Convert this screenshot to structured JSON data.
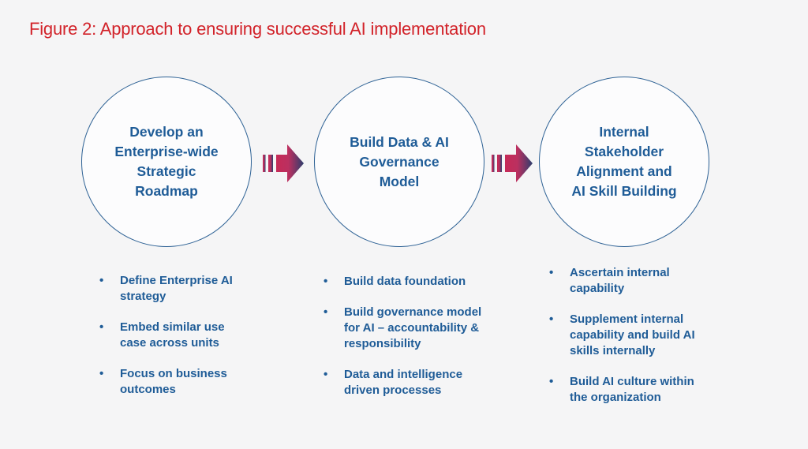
{
  "figure": {
    "title": "Figure 2: Approach to ensuring successful AI implementation"
  },
  "bullet_marker": "•",
  "steps": [
    {
      "circle_label": "Develop an\nEnterprise-wide\nStrategic\nRoadmap",
      "bullets": [
        "Define Enterprise AI\nstrategy",
        "Embed similar use\ncase across units",
        "Focus on business\noutcomes"
      ]
    },
    {
      "circle_label": "Build Data & AI\nGovernance\nModel",
      "bullets": [
        "Build data foundation",
        "Build governance model\nfor AI – accountability &\nresponsibility",
        "Data and intelligence\ndriven processes"
      ]
    },
    {
      "circle_label": "Internal\nStakeholder\nAlignment and\nAI Skill Building",
      "bullets": [
        "Ascertain internal\ncapability",
        "Supplement internal\ncapability and build AI\nskills internally",
        "Build AI culture within\nthe organization"
      ]
    }
  ],
  "colors": {
    "background": "#f5f5f6",
    "title_red": "#d2232a",
    "text_blue": "#1f5c97",
    "circle_border_blue": "#2e6295",
    "circle_fill": "#fcfcfd",
    "arrow_gradient_start": "#c62a57",
    "arrow_gradient_end": "#2d3e6d"
  }
}
